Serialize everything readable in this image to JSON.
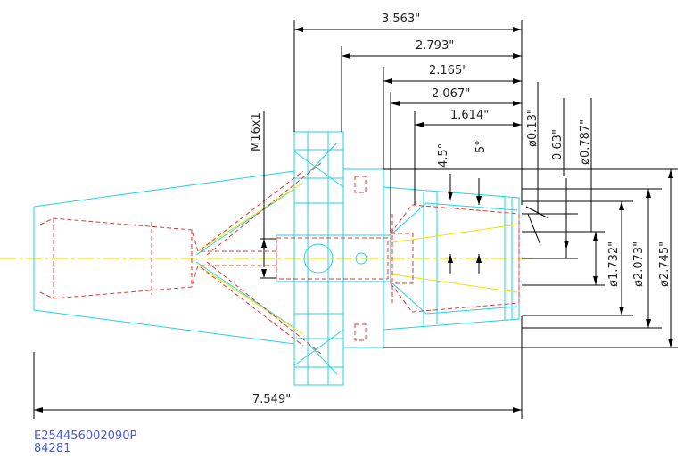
{
  "dimensions": {
    "overall_length": "3.563\"",
    "flange_to_tip": "2.793\"",
    "bore_depth_1": "2.165\"",
    "bore_depth_2": "2.067\"",
    "taper_length": "1.614\"",
    "total_length": "7.549\"",
    "thread": "M16x1",
    "angle_1": "4.5°",
    "angle_2": "5°",
    "dia_tip": "ø0.13\"",
    "dia_small": "0.63\"",
    "dia_nose": "ø0.787\"",
    "dia_1": "ø1.732\"",
    "dia_2": "ø2.073\"",
    "dia_3": "ø2.745\""
  },
  "footer": {
    "part_number": "E254456002090P",
    "code": "84281"
  },
  "colors": {
    "outline": "#22d3e6",
    "hidden": "#e53935",
    "center": "#f5e000",
    "dimension": "#000000",
    "footer_text": "#4a5ad8"
  }
}
